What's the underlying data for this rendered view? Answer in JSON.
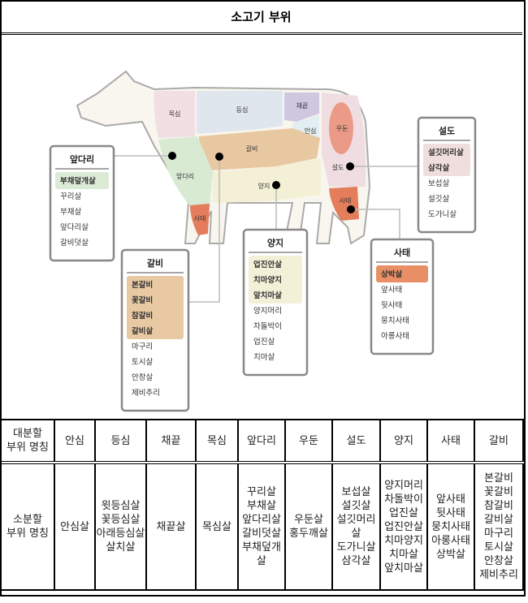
{
  "title": "소고기 부위",
  "diagram": {
    "regions": {
      "moksim": "목심",
      "deungsim": "등심",
      "chaekkeut": "채끝",
      "ansim": "안심",
      "udun": "우둔",
      "galbi": "갈비",
      "apdari": "앞다리",
      "yangji": "양지",
      "seoldo": "설도",
      "satae_front": "사태",
      "satae_rear": "사태"
    },
    "boxes": [
      {
        "title": "앞다리",
        "highlight": [
          "부채덮개살"
        ],
        "items": [
          "꾸리살",
          "부채살",
          "앞다리살",
          "갈비덧살"
        ],
        "color": "#dcebd6"
      },
      {
        "title": "갈비",
        "highlight": [
          "본갈비",
          "꽃갈비",
          "참갈비",
          "갈비살"
        ],
        "items": [
          "마구리",
          "토시살",
          "안창살",
          "제비추리"
        ],
        "color": "#e8c9a3"
      },
      {
        "title": "양지",
        "highlight": [
          "업진안살",
          "치마양지",
          "앞치마살"
        ],
        "items": [
          "양지머리",
          "차돌박이",
          "업진살",
          "치마살"
        ],
        "color": "#f3f0d8"
      },
      {
        "title": "설도",
        "highlight": [
          "설깃머리살",
          "삼각살"
        ],
        "items": [
          "보섭살",
          "설깃살",
          "도가니살"
        ],
        "color": "#f0dede"
      },
      {
        "title": "사태",
        "highlight": [
          "상박살"
        ],
        "items": [
          "앞사태",
          "뒷사태",
          "뭉치사태",
          "아롱사태"
        ],
        "color": "#e98f66"
      }
    ]
  },
  "table": {
    "header_label": "대분할\n부위 명칭",
    "detail_label": "소분할\n부위 명칭",
    "columns": [
      {
        "name": "안심",
        "parts": [
          "안심살"
        ]
      },
      {
        "name": "등심",
        "parts": [
          "윗등심살",
          "꽃등심살",
          "아래등심살",
          "살치살"
        ]
      },
      {
        "name": "채끝",
        "parts": [
          "채끝살"
        ]
      },
      {
        "name": "목심",
        "parts": [
          "목심살"
        ]
      },
      {
        "name": "앞다리",
        "parts": [
          "꾸리살",
          "부채살",
          "앞다리살",
          "갈비덧살",
          "부채덮개",
          "살"
        ]
      },
      {
        "name": "우둔",
        "parts": [
          "우둔살",
          "홍두깨살"
        ]
      },
      {
        "name": "설도",
        "parts": [
          "보섭살",
          "설깃살",
          "설깃머리",
          "살",
          "도가니살",
          "삼각살"
        ]
      },
      {
        "name": "양지",
        "parts": [
          "양지머리",
          "차돌박이",
          "업진살",
          "업진안살",
          "치마양지",
          "치마살",
          "앞치마살"
        ]
      },
      {
        "name": "사태",
        "parts": [
          "앞사태",
          "뒷사태",
          "뭉치사태",
          "아롱사태",
          "상박살"
        ]
      },
      {
        "name": "갈비",
        "parts": [
          "본갈비",
          "꽃갈비",
          "참갈비",
          "갈비살",
          "마구리",
          "토시살",
          "안창살",
          "제비추리"
        ]
      }
    ]
  }
}
